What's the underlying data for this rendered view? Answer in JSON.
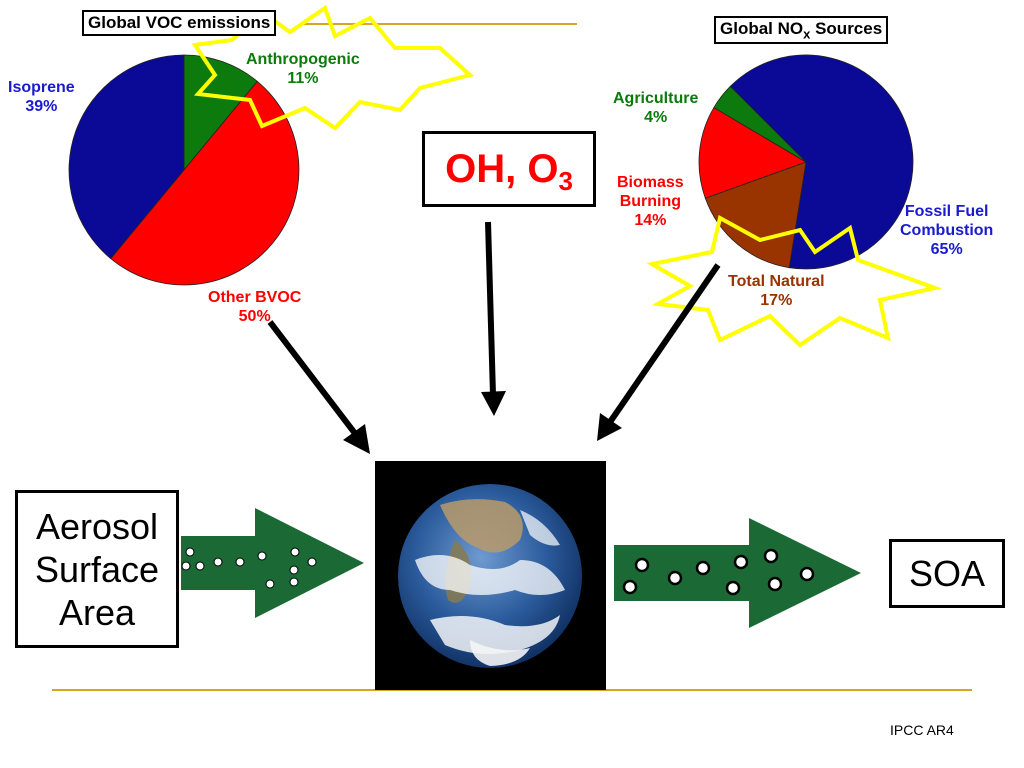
{
  "voc_chart": {
    "title": "Global VOC emissions",
    "labels": {
      "isoprene": [
        "Isoprene",
        "39%"
      ],
      "anthropogenic": [
        "Anthropogenic",
        "11%"
      ],
      "other_bvoc": [
        "Other BVOC",
        "50%"
      ]
    }
  },
  "nox_chart": {
    "title_prefix": "Global NO",
    "title_sub": "x",
    "title_suffix": " Sources",
    "labels": {
      "agriculture": [
        "Agriculture",
        "4%"
      ],
      "biomass": [
        "Biomass",
        "Burning",
        "14%"
      ],
      "fossil": [
        "Fossil Fuel",
        "Combustion",
        "65%"
      ],
      "natural": [
        "Total Natural",
        "17%"
      ]
    }
  },
  "oxidants": {
    "main": "OH, O",
    "sub": "3"
  },
  "aerosol_box": {
    "lines": [
      "Aerosol",
      "Surface",
      "Area"
    ]
  },
  "soa_box": {
    "label": "SOA"
  },
  "credit": "IPCC AR4",
  "colors": {
    "isoprene": "#0a0a96",
    "anthropogenic": "#0c7a0c",
    "other_bvoc": "#ff0000",
    "fossil": "#0a0a96",
    "agriculture": "#0c7a0c",
    "biomass": "#ff0000",
    "natural": "#993300",
    "burst": "#ffff00",
    "green_arrow": "#1b6a35",
    "rule": "#daa520"
  },
  "chart_data": [
    {
      "type": "pie",
      "title": "Global VOC emissions",
      "categories": [
        "Isoprene",
        "Anthropogenic",
        "Other BVOC"
      ],
      "values": [
        39,
        11,
        50
      ]
    },
    {
      "type": "pie",
      "title": "Global NOx Sources",
      "categories": [
        "Fossil Fuel Combustion",
        "Agriculture",
        "Biomass Burning",
        "Total Natural"
      ],
      "values": [
        65,
        4,
        14,
        17
      ]
    }
  ]
}
